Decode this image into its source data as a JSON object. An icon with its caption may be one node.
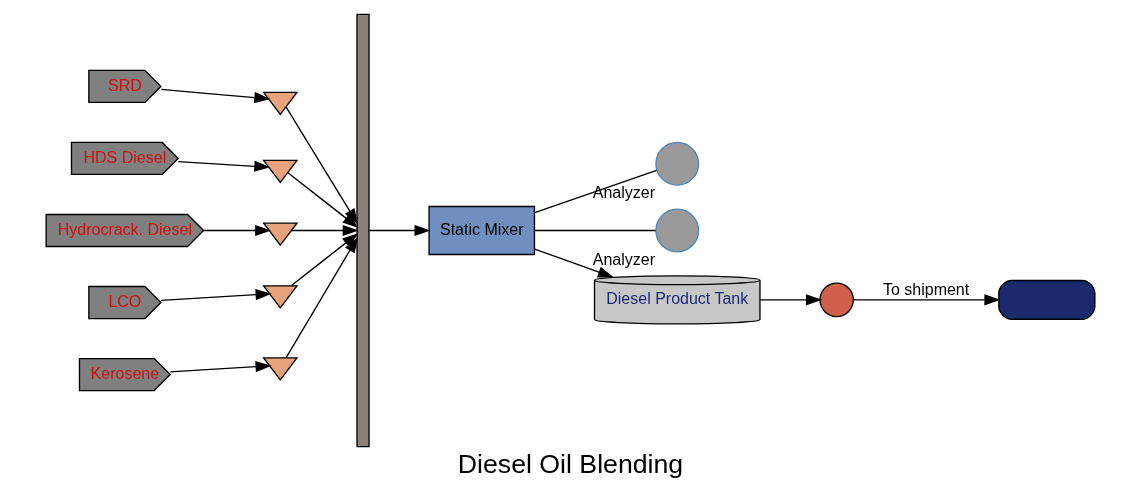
{
  "diagram": {
    "title": "Diesel Oil Blending",
    "nodes": [
      {
        "text": [
          "SRD"
        ]
      },
      {
        "text": [
          "HDS Diesel"
        ]
      },
      {
        "text": [
          "Hydrocrack. Diesel"
        ]
      },
      {
        "text": [
          "LCO"
        ]
      },
      {
        "text": [
          "Kerosene"
        ]
      },
      {
        "text": [],
        "shape": "valve"
      },
      {
        "text": [],
        "shape": "valve"
      },
      {
        "text": [],
        "shape": "valve"
      },
      {
        "text": [],
        "shape": "valve"
      },
      {
        "text": [],
        "shape": "valve"
      },
      {
        "text": [],
        "shape": "bar"
      },
      {
        "text": [
          "Static Mixer"
        ]
      },
      {
        "text": [],
        "shape": "circle",
        "beside": [
          "Analyzer"
        ]
      },
      {
        "text": [],
        "shape": "circle",
        "beside": [
          "Analyzer"
        ]
      },
      {
        "text": [
          "Diesel Product Tank"
        ]
      },
      {
        "text": [],
        "shape": "circle"
      },
      {
        "text": [],
        "shape": "box"
      }
    ],
    "edges": [
      {
        "from": 0,
        "to": 5,
        "arrow": "to"
      },
      {
        "from": 1,
        "to": 6,
        "arrow": "to"
      },
      {
        "from": 2,
        "to": 7,
        "arrow": "to"
      },
      {
        "from": 3,
        "to": 8,
        "arrow": "to"
      },
      {
        "from": 4,
        "to": 9,
        "arrow": "to"
      },
      {
        "from": 5,
        "to": 10,
        "arrow": "to"
      },
      {
        "from": 6,
        "to": 10,
        "arrow": "to"
      },
      {
        "from": 7,
        "to": 10,
        "arrow": "to"
      },
      {
        "from": 8,
        "to": 10,
        "arrow": "to"
      },
      {
        "from": 9,
        "to": 10,
        "arrow": "to"
      },
      {
        "from": 10,
        "to": 11,
        "arrow": "to"
      },
      {
        "from": 11,
        "to": 12,
        "arrow": "none"
      },
      {
        "from": 11,
        "to": 13,
        "arrow": "none"
      },
      {
        "from": 11,
        "to": 14,
        "arrow": "to"
      },
      {
        "from": 14,
        "to": 15,
        "arrow": "to"
      },
      {
        "from": 15,
        "to": 16,
        "arrow": "to",
        "label": "To shipment"
      }
    ]
  }
}
